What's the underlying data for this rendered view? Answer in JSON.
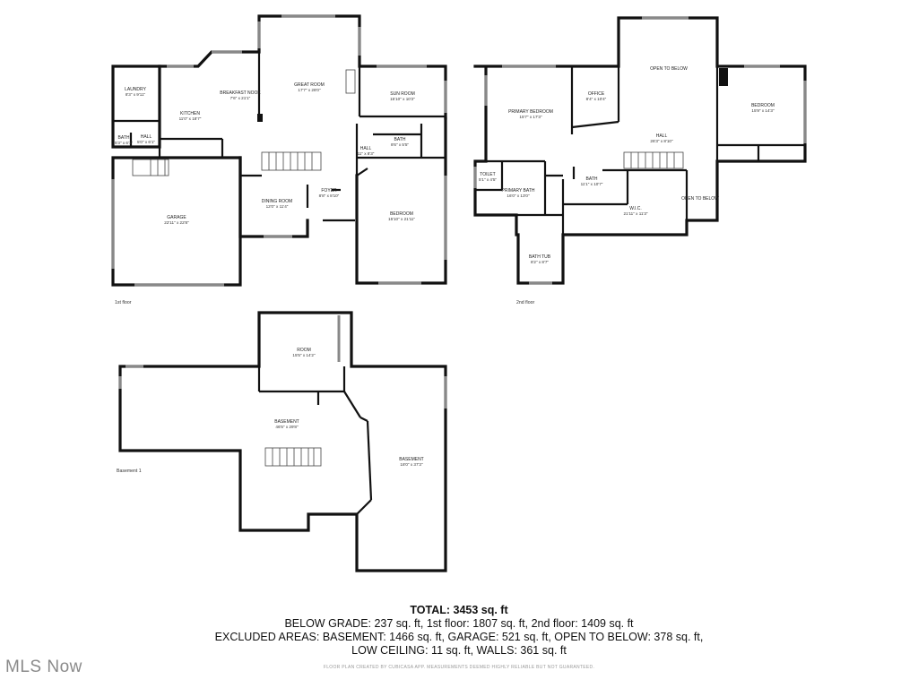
{
  "floors": [
    {
      "label": "1st floor",
      "rooms": [
        {
          "name": "LAUNDRY",
          "dims": "8'3\" x 9'11\""
        },
        {
          "name": "KITCHEN",
          "dims": "11'0\" x 18'7\""
        },
        {
          "name": "BREAKFAST NOOK",
          "dims": "7'6\" x 21'1\""
        },
        {
          "name": "GREAT ROOM",
          "dims": "17'7\" x 28'0\""
        },
        {
          "name": "SUN ROOM",
          "dims": "15'10\" x 10'2\""
        },
        {
          "name": "BATH",
          "dims": "5'3\" x 6'1\""
        },
        {
          "name": "HALL",
          "dims": "5'0\" x 6'1\""
        },
        {
          "name": "BATH",
          "dims": "8'6\" x 5'5\""
        },
        {
          "name": "HALL",
          "dims": "11\" x 8'3\""
        },
        {
          "name": "GARAGE",
          "dims": "22'11\" x 22'8\""
        },
        {
          "name": "DINING ROOM",
          "dims": "12'0\" x 11'4\""
        },
        {
          "name": "FOYER",
          "dims": "8'8\" x 8'10\""
        },
        {
          "name": "BEDROOM",
          "dims": "15'10\" x 21'11\""
        }
      ]
    },
    {
      "label": "2nd floor",
      "rooms": [
        {
          "name": "OPEN TO BELOW",
          "dims": ""
        },
        {
          "name": "PRIMARY BEDROOM",
          "dims": "15'7\" x 17'3\""
        },
        {
          "name": "OFFICE",
          "dims": "8'4\" x 10'4\""
        },
        {
          "name": "BEDROOM",
          "dims": "15'9\" x 14'3\""
        },
        {
          "name": "HALL",
          "dims": "26'3\" x 8'10\""
        },
        {
          "name": "TOILET",
          "dims": "5'1\" x 4'5\""
        },
        {
          "name": "PRIMARY BATH",
          "dims": "16'0\" x 13'0\""
        },
        {
          "name": "BATH",
          "dims": "11'1\" x 10'7\""
        },
        {
          "name": "W.I.C.",
          "dims": "21'11\" x 11'3\""
        },
        {
          "name": "OPEN TO BELOW",
          "dims": ""
        },
        {
          "name": "BATH TUB",
          "dims": "8'2\" x 8'7\""
        }
      ]
    },
    {
      "label": "Basement 1",
      "rooms": [
        {
          "name": "ROOM",
          "dims": "15'5\" x 14'2\""
        },
        {
          "name": "BASEMENT",
          "dims": "46'5\" x 29'8\""
        },
        {
          "name": "BASEMENT",
          "dims": "18'0\" x 37'3\""
        }
      ]
    }
  ],
  "summary": {
    "total": "TOTAL: 3453 sq. ft",
    "line1": "BELOW GRADE: 237 sq. ft, 1st floor: 1807 sq. ft, 2nd floor: 1409 sq. ft",
    "line2": "EXCLUDED AREAS: BASEMENT: 1466 sq. ft, GARAGE: 521 sq. ft, OPEN TO BELOW: 378 sq. ft,",
    "line3": "LOW CEILING: 11 sq. ft, WALLS: 361 sq. ft"
  },
  "disclaimer": "FLOOR PLAN CREATED BY CUBICASA APP. MEASUREMENTS DEEMED HIGHLY RELIABLE BUT NOT GUARANTEED.",
  "logo": "MLS Now"
}
